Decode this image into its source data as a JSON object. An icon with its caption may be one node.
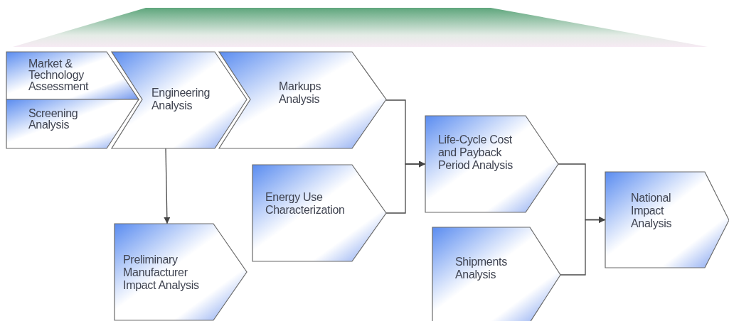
{
  "diagram": {
    "nodes": [
      {
        "text": [],
        "shape": "band"
      },
      {
        "text": [
          "Market & Technology Assessment"
        ]
      },
      {
        "text": [
          "Screening Analysis"
        ]
      },
      {
        "text": [
          "Engineering Analysis"
        ]
      },
      {
        "text": [
          "Markups Analysis"
        ]
      },
      {
        "text": [
          "Energy Use Characterization"
        ]
      },
      {
        "text": [
          "Preliminary Manufacturer Impact Analysis"
        ]
      },
      {
        "text": [
          "Life-Cycle Cost and Payback Period Analysis"
        ]
      },
      {
        "text": [
          "Shipments Analysis"
        ]
      },
      {
        "text": [
          "National Impact Analysis"
        ]
      }
    ],
    "edges": [
      {
        "from": 3,
        "to": 6,
        "arrow": "to"
      },
      {
        "from": 4,
        "to": 7,
        "arrow": "to"
      },
      {
        "from": 5,
        "to": 7,
        "arrow": "to"
      },
      {
        "from": 7,
        "to": 9,
        "arrow": "to"
      },
      {
        "from": 8,
        "to": 9,
        "arrow": "to"
      }
    ]
  }
}
